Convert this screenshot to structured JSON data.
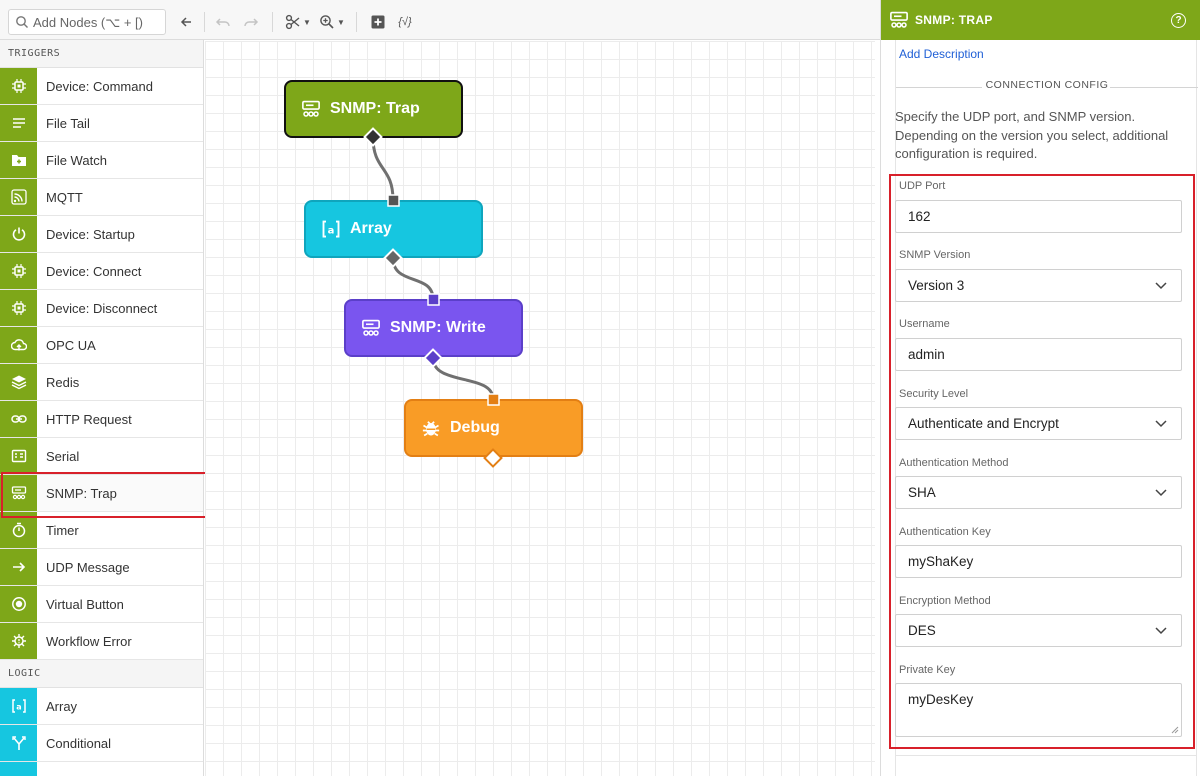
{
  "toolbar": {
    "search_placeholder": "Add Nodes (⌥ + [)",
    "tooltip_icon_label": "{√}"
  },
  "left_panel": {
    "triggers_header": "TRIGGERS",
    "trigger_items": [
      {
        "label": "Device: Command",
        "icon": "chip-icon"
      },
      {
        "label": "File Tail",
        "icon": "lines-icon"
      },
      {
        "label": "File Watch",
        "icon": "folder-plus-icon"
      },
      {
        "label": "MQTT",
        "icon": "rss-icon"
      },
      {
        "label": "Device: Startup",
        "icon": "power-icon"
      },
      {
        "label": "Device: Connect",
        "icon": "chip-icon"
      },
      {
        "label": "Device: Disconnect",
        "icon": "chip-icon"
      },
      {
        "label": "OPC UA",
        "icon": "cloud-upload-icon"
      },
      {
        "label": "Redis",
        "icon": "layers-icon"
      },
      {
        "label": "HTTP Request",
        "icon": "link-icon"
      },
      {
        "label": "Serial",
        "icon": "serial-icon"
      },
      {
        "label": "SNMP: Trap",
        "icon": "snmp-icon"
      },
      {
        "label": "Timer",
        "icon": "stopwatch-icon"
      },
      {
        "label": "UDP Message",
        "icon": "arrow-right-icon"
      },
      {
        "label": "Virtual Button",
        "icon": "radio-button-icon"
      },
      {
        "label": "Workflow Error",
        "icon": "gear-alert-icon"
      }
    ],
    "logic_header": "LOGIC",
    "logic_items": [
      {
        "label": "Array",
        "icon": "array-icon"
      },
      {
        "label": "Conditional",
        "icon": "branch-icon"
      }
    ]
  },
  "canvas": {
    "nodes": [
      {
        "label": "SNMP: Trap",
        "type": "trigger"
      },
      {
        "label": "Array",
        "type": "logic"
      },
      {
        "label": "SNMP: Write",
        "type": "output"
      },
      {
        "label": "Debug",
        "type": "debug"
      }
    ]
  },
  "right_panel": {
    "title": "SNMP: TRAP",
    "help_label": "?",
    "add_description": "Add Description",
    "section_title": "CONNECTION CONFIG",
    "description": "Specify the UDP port, and SNMP version. Depending on the version you select, additional configuration is required.",
    "fields": {
      "udp_port": {
        "label": "UDP Port",
        "value": "162"
      },
      "snmp_version": {
        "label": "SNMP Version",
        "value": "Version 3"
      },
      "username": {
        "label": "Username",
        "value": "admin"
      },
      "security_level": {
        "label": "Security Level",
        "value": "Authenticate and Encrypt"
      },
      "auth_method": {
        "label": "Authentication Method",
        "value": "SHA"
      },
      "auth_key": {
        "label": "Authentication Key",
        "value": "myShaKey"
      },
      "enc_method": {
        "label": "Encryption Method",
        "value": "DES"
      },
      "private_key": {
        "label": "Private Key",
        "value": "myDesKey"
      }
    }
  },
  "colors": {
    "trigger_green": "#7ea719",
    "logic_cyan": "#16c6e0",
    "output_purple": "#7a55ef",
    "debug_orange": "#f99c26",
    "highlight_red": "#d8202a",
    "link_blue": "#1f5fd6"
  }
}
